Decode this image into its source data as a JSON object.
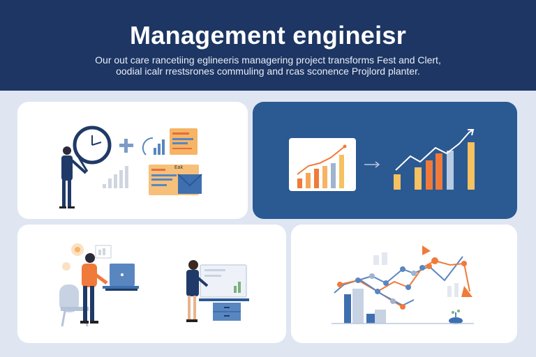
{
  "header": {
    "title": "Management engineisr",
    "subtitle_line1": "Our out care rancetiing eglineeris managering project transforms Fest and Clert,",
    "subtitle_line2": "oodial icalr rrestsrones commuling and rcas sconence Projlord planter."
  },
  "cards": {
    "card1": {
      "doc_label": "Eak"
    },
    "card2": {
      "arrow": "→"
    },
    "card3": {},
    "card4": {}
  },
  "colors": {
    "header_bg": "#1d3663",
    "card_blue": "#2b5992",
    "accent_orange": "#f07a3a",
    "accent_yellow": "#f6c160",
    "steel_blue": "#5a86c0",
    "page_bg": "#dfe6f2"
  }
}
